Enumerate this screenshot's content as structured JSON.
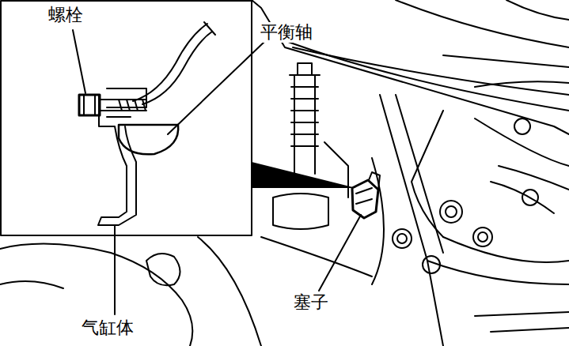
{
  "diagram": {
    "labels": [
      "螺栓",
      "平衡轴",
      "塞子",
      "气缸体"
    ]
  }
}
